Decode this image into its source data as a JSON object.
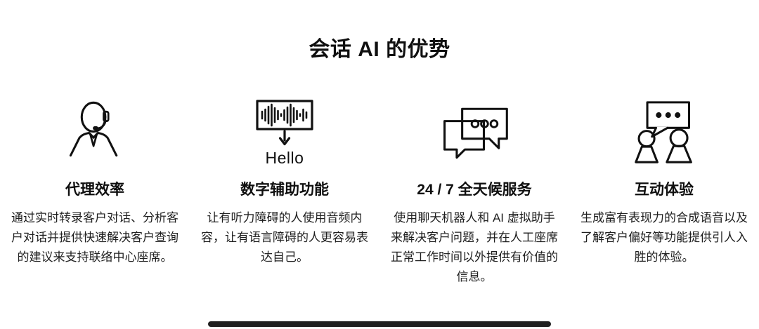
{
  "page": {
    "title": "会话 AI 的优势",
    "background_color": "#ffffff",
    "text_color": "#111111",
    "bottom_bar_color": "#202020"
  },
  "features": [
    {
      "icon": "agent-headset-icon",
      "heading": "代理效率",
      "description": "通过实时转录客户对话、分析客户对话并提供快速解决客户查询的建议来支持联络中心座席。"
    },
    {
      "icon": "speech-to-text-icon",
      "icon_caption": "Hello",
      "heading": "数字辅助功能",
      "description": "让有听力障碍的人使用音频内容，让有语言障碍的人更容易表达自己。"
    },
    {
      "icon": "chat-bubbles-icon",
      "heading": "24 / 7 全天候服务",
      "description": "使用聊天机器人和 AI 虚拟助手来解决客户问题，并在人工座席正常工作时间以外提供有价值的信息。"
    },
    {
      "icon": "people-conversation-icon",
      "heading": "互动体验",
      "description": "生成富有表现力的合成语音以及了解客户偏好等功能提供引人入胜的体验。"
    }
  ]
}
